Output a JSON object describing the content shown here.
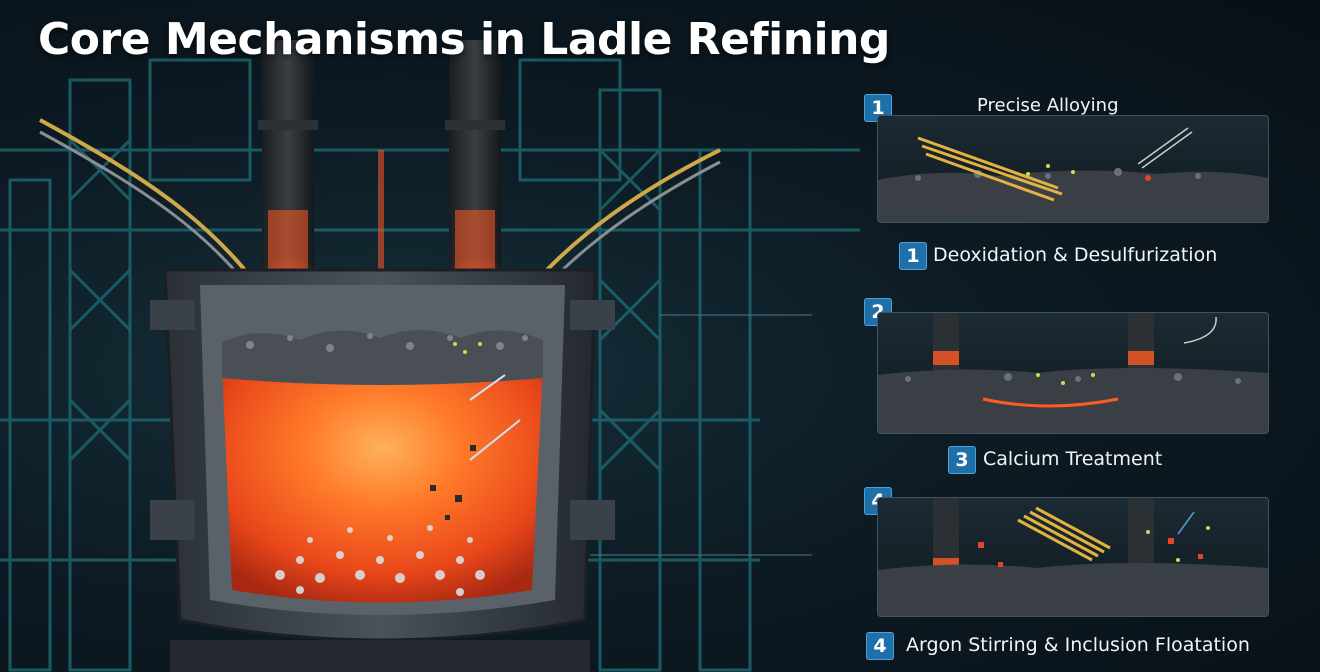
{
  "title": "Core Mechanisms in Ladle Refining",
  "steps": [
    {
      "badge": "1",
      "label": "Precise Alloying"
    },
    {
      "badge": "1",
      "label": "Deoxidation & Desulfurization"
    },
    {
      "badge": "2",
      "label": ""
    },
    {
      "badge": "3",
      "label": "Calcium Treatment"
    },
    {
      "badge": "4",
      "label": ""
    },
    {
      "badge": "4",
      "label": "Argon Stirring & Inclusion Floatation"
    }
  ],
  "colors": {
    "background": "#0d1b24",
    "structure": "#1d6f78",
    "molten_steel": "#ff6a1e",
    "badge": "#1f6fa8",
    "alloy_wire": "#e2b341"
  }
}
